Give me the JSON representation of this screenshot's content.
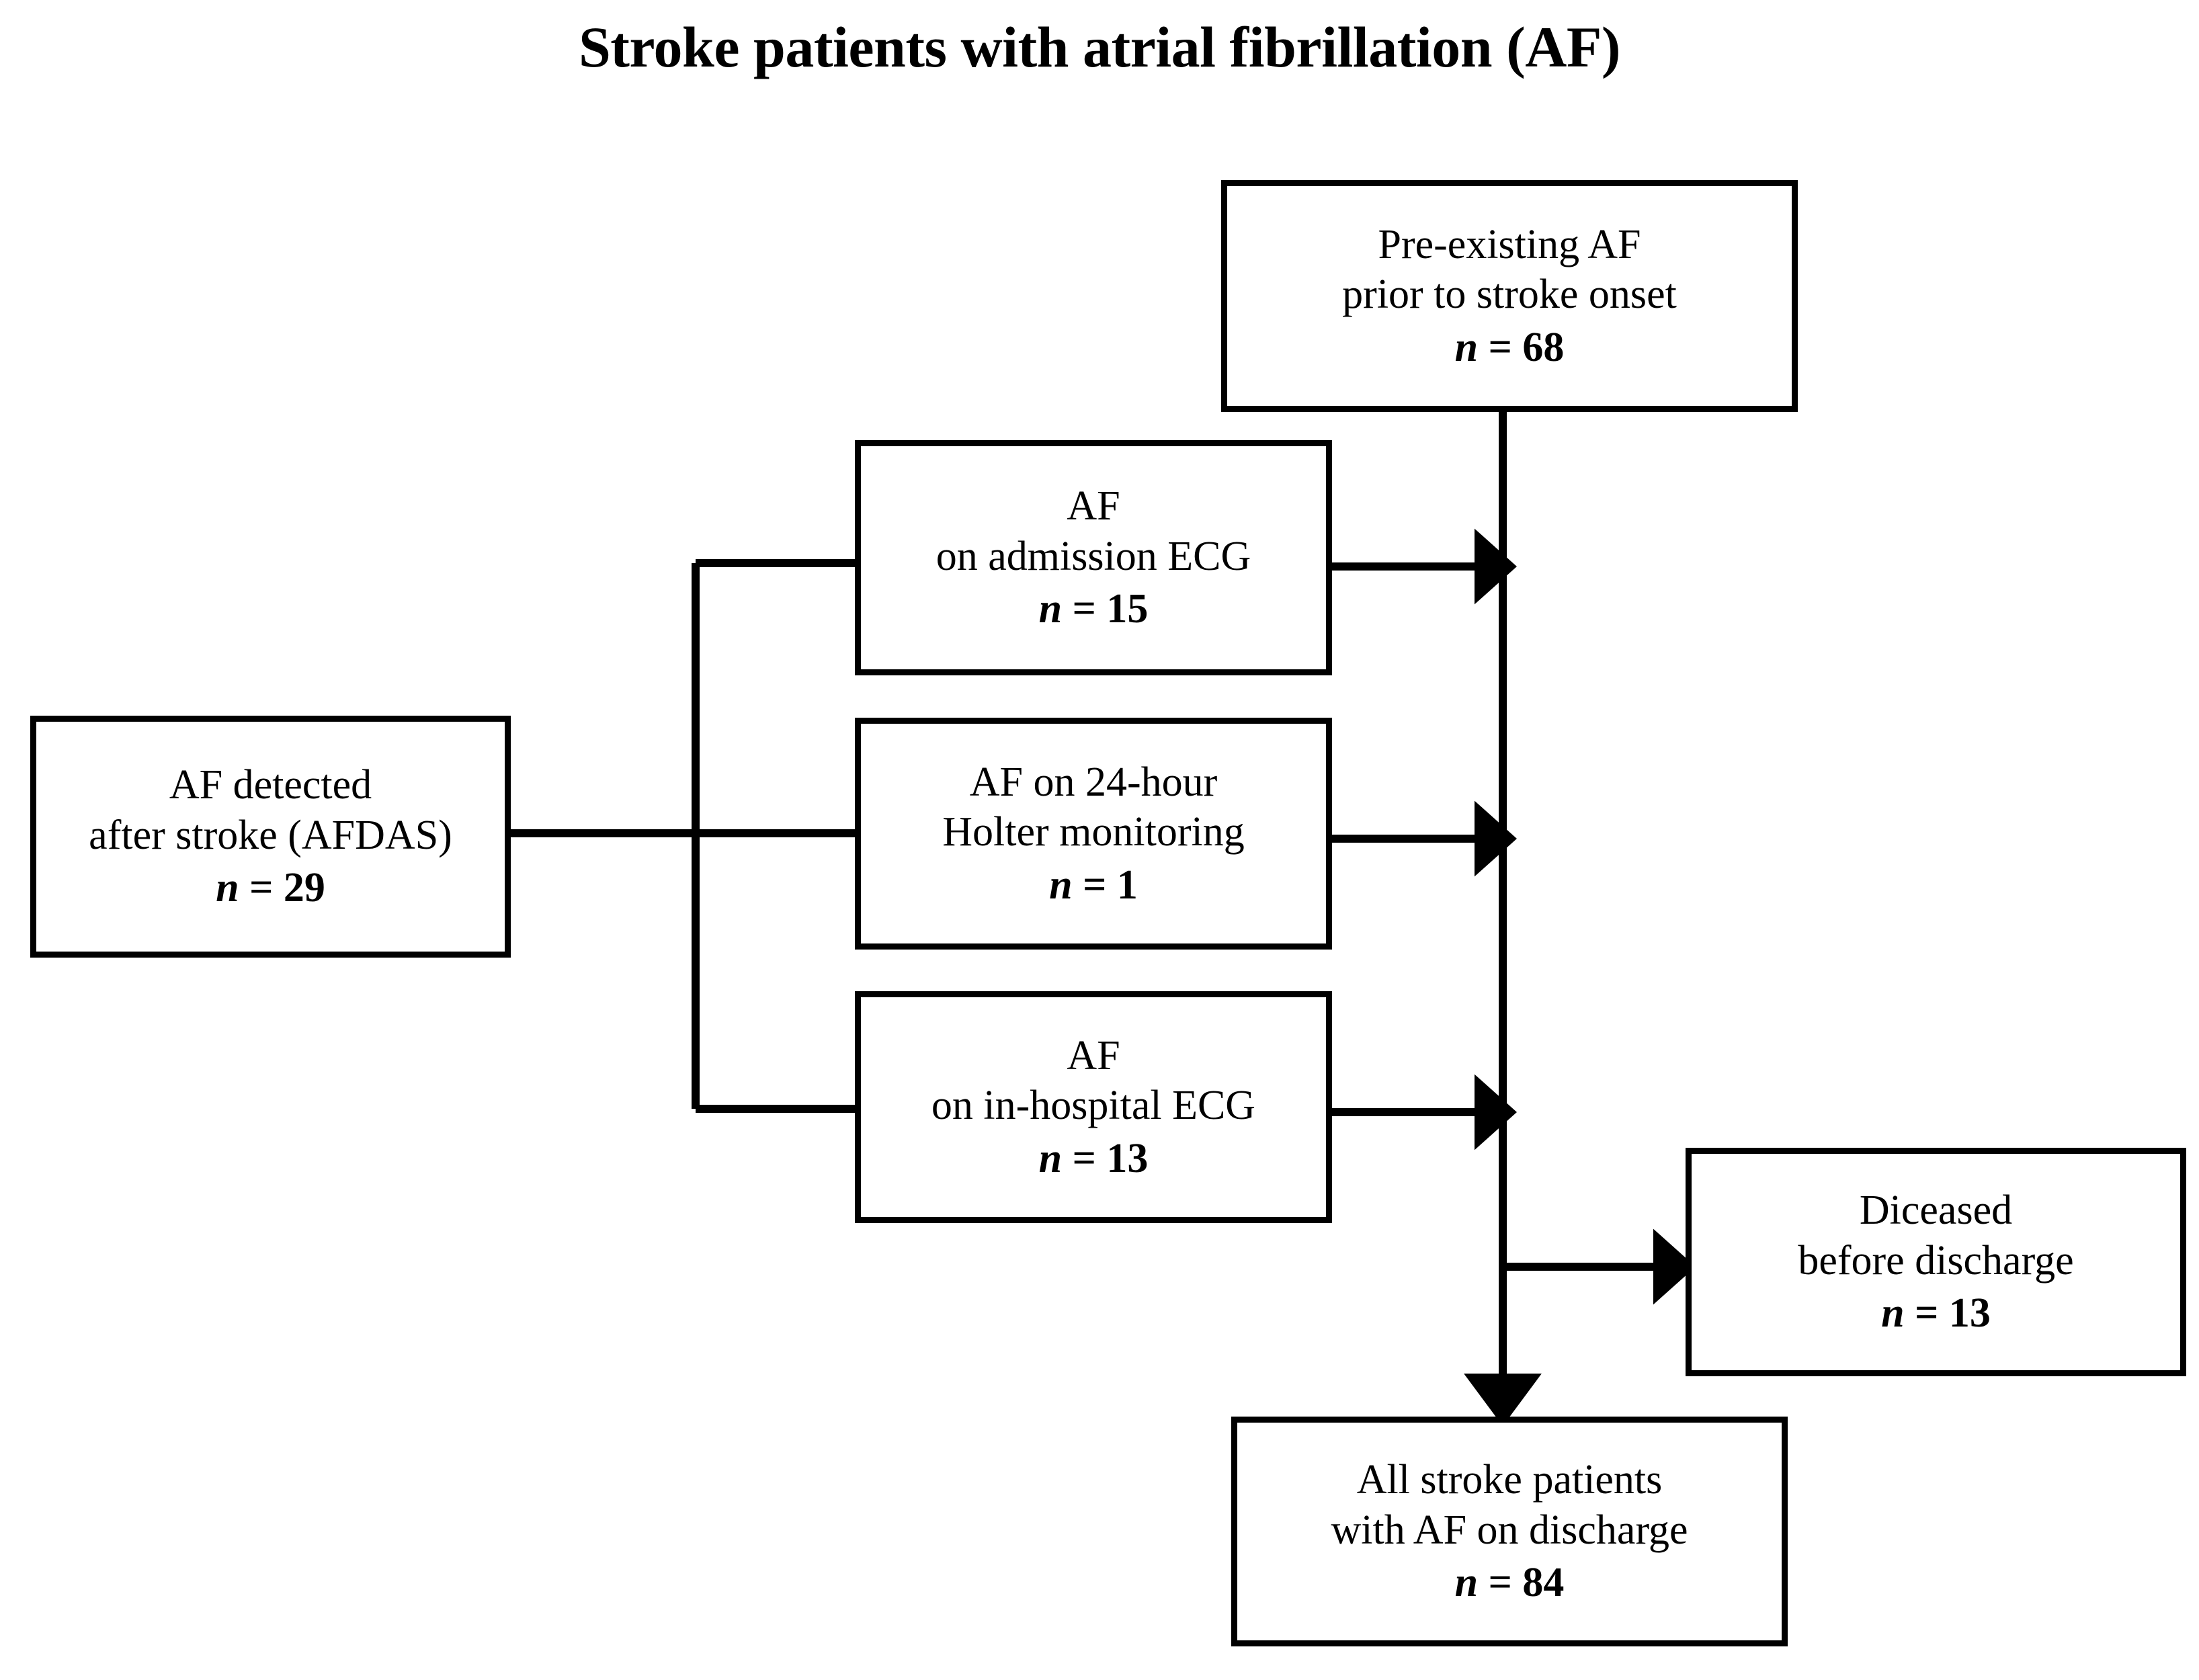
{
  "title": "Stroke patients with atrial fibrillation (AF)",
  "nodes": {
    "pre_existing": {
      "line1": "Pre-existing AF",
      "line2": "prior to stroke onset",
      "n_var": "n",
      "n_eq": " = ",
      "n_value": "68",
      "n_text": "n = 68"
    },
    "afdas": {
      "line1": "AF detected",
      "line2": "after stroke (AFDAS)",
      "n_var": "n",
      "n_value": "29",
      "n_text": "n = 29"
    },
    "admission_ecg": {
      "line1": "AF",
      "line2": "on admission ECG",
      "n_var": "n",
      "n_value": "15",
      "n_text": "n = 15"
    },
    "holter": {
      "line1": "AF on 24-hour",
      "line2": "Holter monitoring",
      "n_var": "n",
      "n_value": "1",
      "n_text": "n = 1"
    },
    "inhospital_ecg": {
      "line1": "AF",
      "line2": "on in-hospital ECG",
      "n_var": "n",
      "n_value": "13",
      "n_text": "n = 13"
    },
    "deceased": {
      "line1": "Diceased",
      "line2": "before discharge",
      "n_var": "n",
      "n_value": "13",
      "n_text": "n = 13"
    },
    "all_discharge": {
      "line1": "All stroke patients",
      "line2": "with AF on discharge",
      "n_var": "n",
      "n_value": "84",
      "n_text": "n = 84"
    }
  },
  "chart_data": {
    "type": "diagram",
    "title": "Stroke patients with atrial fibrillation (AF)",
    "diagram_kind": "flowchart",
    "nodes": [
      {
        "id": "pre_existing",
        "label": "Pre-existing AF prior to stroke onset",
        "n": 68
      },
      {
        "id": "afdas",
        "label": "AF detected after stroke (AFDAS)",
        "n": 29
      },
      {
        "id": "admission_ecg",
        "label": "AF on admission ECG",
        "n": 15
      },
      {
        "id": "holter",
        "label": "AF on 24-hour Holter monitoring",
        "n": 1
      },
      {
        "id": "inhospital_ecg",
        "label": "AF on in-hospital ECG",
        "n": 13
      },
      {
        "id": "deceased",
        "label": "Diceased before discharge",
        "n": 13
      },
      {
        "id": "all_discharge",
        "label": "All stroke patients with AF on discharge",
        "n": 84
      }
    ],
    "edges": [
      {
        "from": "afdas",
        "to": "admission_ecg",
        "arrow": false
      },
      {
        "from": "afdas",
        "to": "holter",
        "arrow": false
      },
      {
        "from": "afdas",
        "to": "inhospital_ecg",
        "arrow": false
      },
      {
        "from": "admission_ecg",
        "to": "trunk",
        "arrow": true
      },
      {
        "from": "holter",
        "to": "trunk",
        "arrow": true
      },
      {
        "from": "inhospital_ecg",
        "to": "trunk",
        "arrow": true
      },
      {
        "from": "pre_existing",
        "to": "all_discharge",
        "arrow": true
      },
      {
        "from": "trunk",
        "to": "deceased",
        "arrow": true
      }
    ],
    "colors": {
      "stroke": "#000000",
      "fill": "#ffffff",
      "text": "#000000"
    }
  }
}
